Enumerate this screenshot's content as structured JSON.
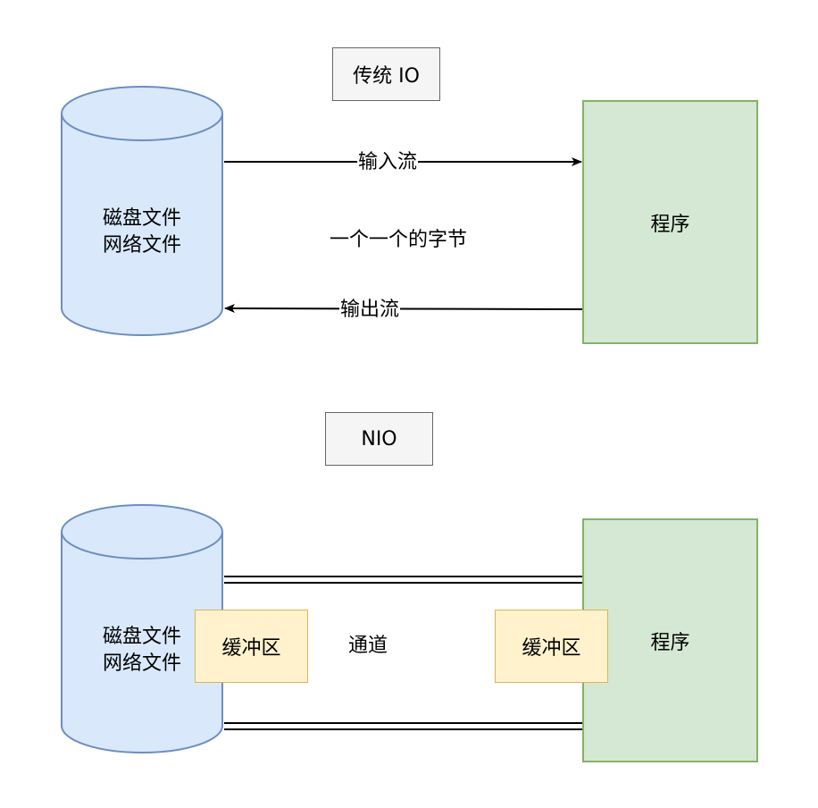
{
  "colors": {
    "disk_fill": "#dae8fc",
    "disk_stroke": "#6c8ebf",
    "program_fill": "#d5e8d4",
    "program_stroke": "#82b366",
    "buffer_fill": "#fff2cc",
    "buffer_stroke": "#d6b656",
    "title_fill": "#f5f5f5",
    "title_stroke": "#666666"
  },
  "io": {
    "title": "传统 IO",
    "disk_line1": "磁盘文件",
    "disk_line2": "网络文件",
    "program": "程序",
    "input_stream": "输入流",
    "output_stream": "输出流",
    "bytes_note": "一个一个的字节"
  },
  "nio": {
    "title": "NIO",
    "disk_line1": "磁盘文件",
    "disk_line2": "网络文件",
    "program": "程序",
    "buffer_left": "缓冲区",
    "buffer_right": "缓冲区",
    "channel": "通道"
  }
}
